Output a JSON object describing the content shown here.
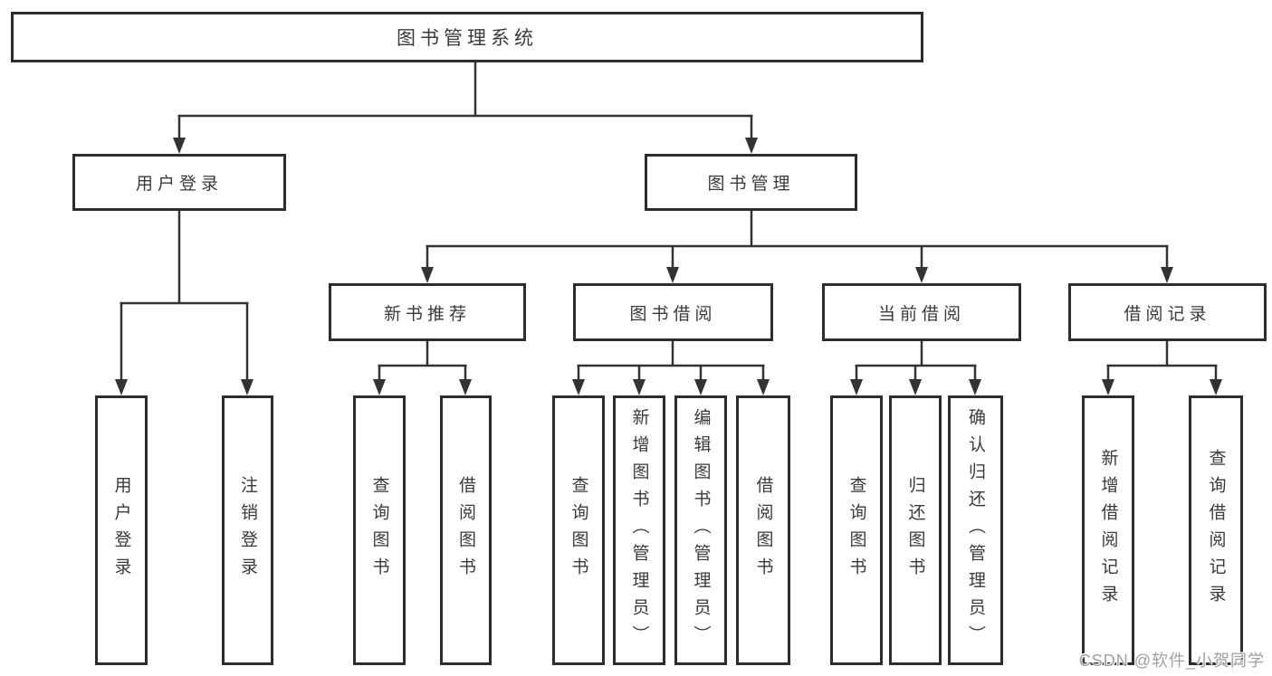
{
  "diagram": {
    "root": "图书管理系统",
    "branches": [
      {
        "label": "用户登录",
        "children": [
          "用户登录",
          "注销登录"
        ]
      },
      {
        "label": "图书管理",
        "groups": [
          {
            "label": "新书推荐",
            "children": [
              "查询图书",
              "借阅图书"
            ]
          },
          {
            "label": "图书借阅",
            "children": [
              "查询图书",
              "新增图书（管理员）",
              "编辑图书（管理员）",
              "借阅图书"
            ]
          },
          {
            "label": "当前借阅",
            "children": [
              "查询图书",
              "归还图书",
              "确认归还（管理员）"
            ]
          },
          {
            "label": "借阅记录",
            "children": [
              "新增借阅记录",
              "查询借阅记录"
            ]
          }
        ]
      }
    ]
  },
  "watermark": {
    "text": "CSDN @软件_小贺同学"
  },
  "colors": {
    "line": "#333333",
    "box_border": "#2d2d2d",
    "text": "#3a3a3a",
    "watermark": "#a0a0a0",
    "background": "#ffffff"
  }
}
